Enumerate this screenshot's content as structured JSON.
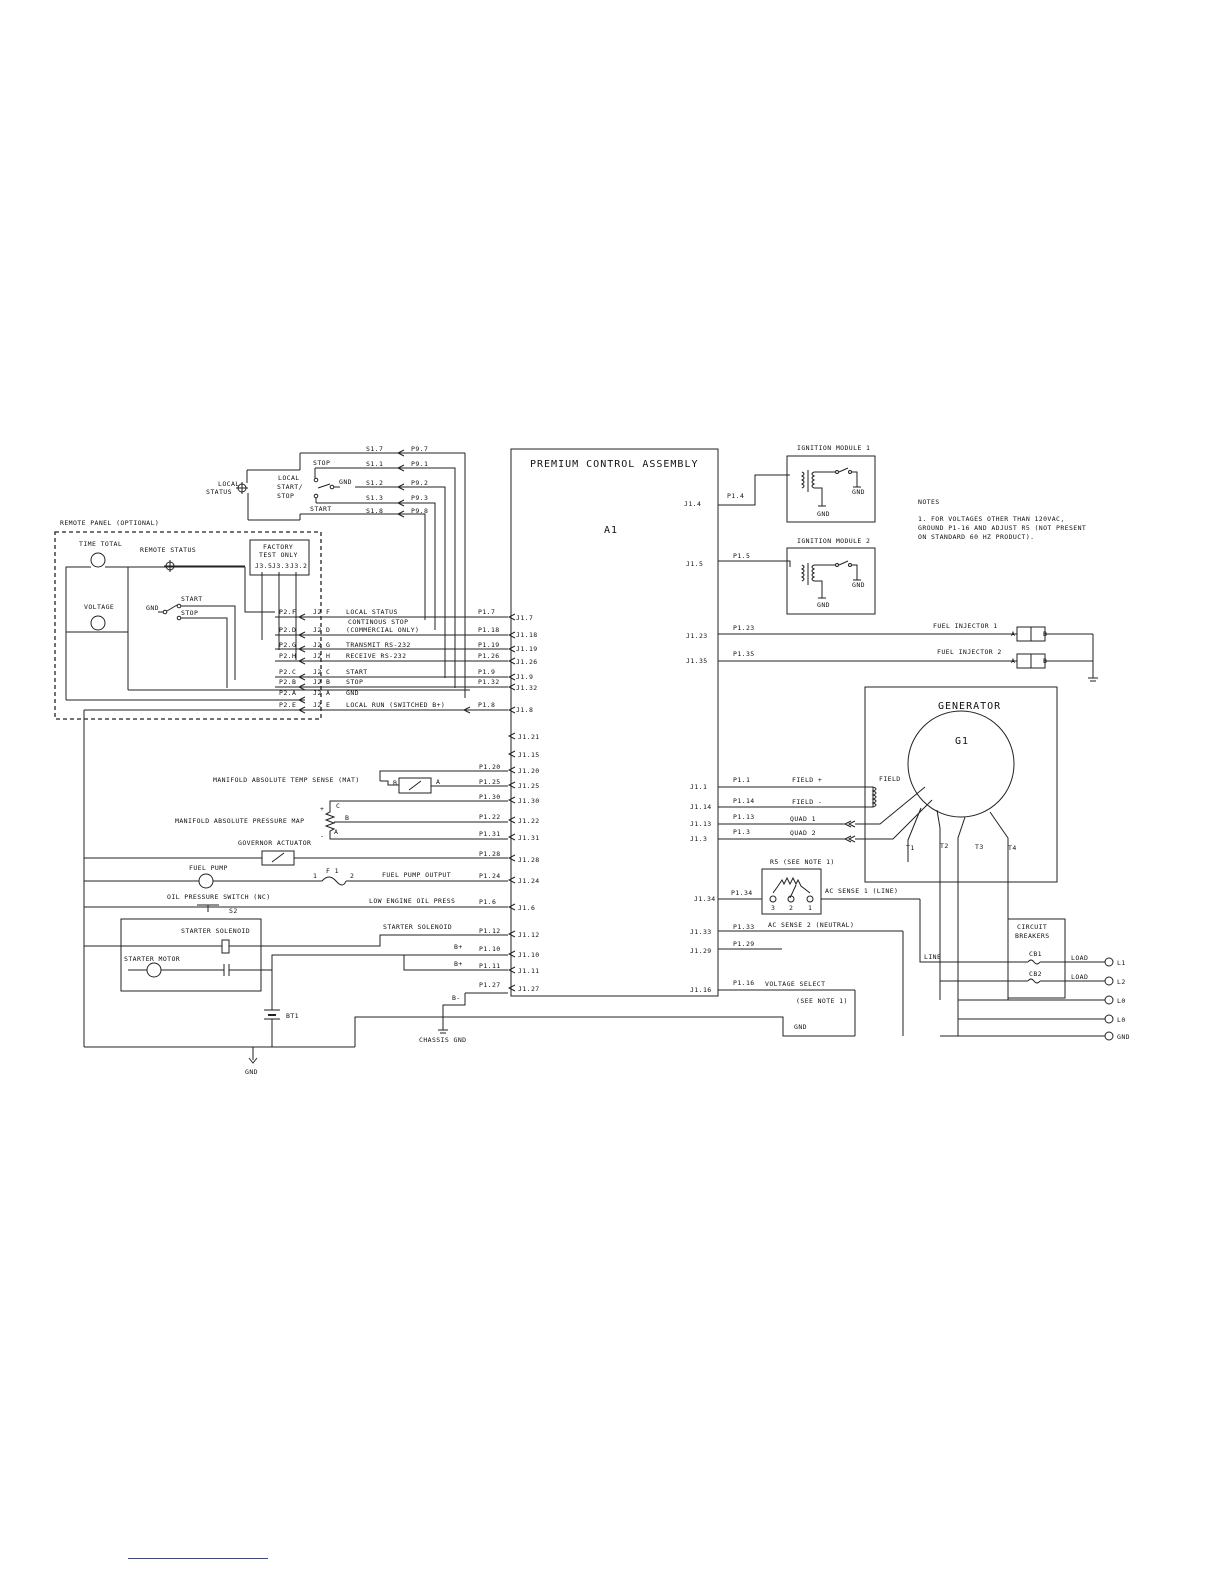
{
  "main_block": {
    "title": "PREMIUM CONTROL ASSEMBLY",
    "ref": "A1"
  },
  "notes": {
    "heading": "NOTES",
    "lines": [
      "1. FOR VOLTAGES OTHER THAN 120VAC,",
      "GROUND P1-16 AND ADJUST R5 (NOT PRESENT",
      "ON STANDARD 60 HZ PRODUCT)."
    ]
  },
  "local_controls": {
    "local_status": "LOCAL\nSTATUS",
    "switch_label": [
      "LOCAL",
      "START/",
      "STOP"
    ],
    "stop": "STOP",
    "start": "START",
    "gnd": "GND",
    "s_pins": [
      "S1.7",
      "S1.1",
      "S1.2",
      "S1.3",
      "S1.8"
    ],
    "p9_pins": [
      "P9.7",
      "P9.1",
      "P9.2",
      "P9.3",
      "P9.8"
    ]
  },
  "remote_panel": {
    "title": "REMOTE PANEL (OPTIONAL)",
    "time_total": "TIME TOTAL",
    "remote_status": "REMOTE STATUS",
    "voltage": "VOLTAGE",
    "gnd": "GND",
    "start": "START",
    "stop": "STOP",
    "factory_test": [
      "FACTORY",
      "TEST ONLY"
    ],
    "j3_pins": [
      "J3.5",
      "J3.3",
      "J3.2"
    ]
  },
  "j2_rows": [
    {
      "p2": "P2.F",
      "j2": "J2 F",
      "label": "LOCAL STATUS",
      "p1": "P1.7",
      "j1": "J1.7"
    },
    {
      "p2": "P2.D",
      "j2": "J2 D",
      "label": "CONTINOUS STOP",
      "label2": "(COMMERCIAL ONLY)",
      "p1": "P1.18",
      "j1": "J1.18"
    },
    {
      "p2": "P2.G",
      "j2": "J2 G",
      "label": "TRANSMIT RS-232",
      "p1": "P1.19",
      "j1": "J1.19"
    },
    {
      "p2": "P2.H",
      "j2": "J2 H",
      "label": "RECEIVE RS-232",
      "p1": "P1.26",
      "j1": "J1.26"
    },
    {
      "p2": "P2.C",
      "j2": "J2 C",
      "label": "START",
      "p1": "P1.9",
      "j1": "J1.9"
    },
    {
      "p2": "P2.B",
      "j2": "J2 B",
      "label": "STOP",
      "p1": "P1.32",
      "j1": "J1.32"
    },
    {
      "p2": "P2.A",
      "j2": "J2 A",
      "label": "GND",
      "p1": "",
      "j1": ""
    },
    {
      "p2": "P2.E",
      "j2": "J2 E",
      "label": "LOCAL RUN (SWITCHED B+)",
      "p1": "P1.8",
      "j1": "J1.8"
    }
  ],
  "left_j1": [
    "J1.21",
    "J1.15",
    "J1.20",
    "J1.25",
    "J1.30",
    "J1.22",
    "J1.31",
    "J1.28",
    "J1.24",
    "J1.6",
    "J1.12",
    "J1.10",
    "J1.11",
    "J1.27"
  ],
  "left_p1": [
    "P1.20",
    "P1.25",
    "P1.30",
    "P1.22",
    "P1.31",
    "P1.28",
    "P1.24",
    "P1.6",
    "P1.12",
    "P1.10",
    "P1.11",
    "P1.27"
  ],
  "sensors": {
    "mat": "MANIFOLD ABSOLUTE TEMP SENSE (MAT)",
    "map": "MANIFOLD ABSOLUTE PRESSURE  MAP",
    "governor": "GOVERNOR ACTUATOR",
    "fuel_pump": "FUEL PUMP",
    "fuse": "F 1",
    "fuel_pump_output": "FUEL PUMP OUTPUT",
    "oil_switch": "OIL PRESSURE SWITCH (NC)",
    "s2": "S2",
    "low_oil": "LOW ENGINE OIL PRESS",
    "starter_solenoid": "STARTER SOLENOID",
    "starter_motor": "STARTER MOTOR",
    "bplus": "B+",
    "bminus": "B-",
    "bt1": "BT1",
    "chassis_gnd": "CHASSIS GND",
    "gnd": "GND",
    "a": "A",
    "b": "B",
    "c": "C",
    "plus": "+",
    "minus": "-"
  },
  "ignition": {
    "module1": "IGNITION MODULE 1",
    "module2": "IGNITION MODULE 2",
    "gnd": "GND"
  },
  "right_j1": [
    "J1.4",
    "J1.5",
    "J1.23",
    "J1.35",
    "J1.1",
    "J1.14",
    "J1.13",
    "J1.3",
    "J1.34",
    "J1.33",
    "J1.29",
    "J1.16"
  ],
  "right_p1": [
    "P1.4",
    "P1.5",
    "P1.23",
    "P1.35",
    "P1.1",
    "P1.14",
    "P1.13",
    "P1.3",
    "P1.34",
    "P1.33",
    "P1.29",
    "P1.16"
  ],
  "injectors": {
    "inj1": "FUEL INJECTOR 1",
    "inj2": "FUEL INJECTOR 2",
    "a": "A",
    "b": "B"
  },
  "generator": {
    "title": "GENERATOR",
    "ref": "G1",
    "field": "FIELD",
    "field_plus": "FIELD +",
    "field_minus": "FIELD -",
    "quad1": "QUAD 1",
    "quad2": "QUAD 2",
    "t": [
      "T1",
      "T2",
      "T3",
      "T4"
    ]
  },
  "r5": {
    "label": "R5 (SEE NOTE 1)",
    "pins": [
      "3",
      "2",
      "1"
    ]
  },
  "ac": {
    "sense1": "AC SENSE 1 (LINE)",
    "sense2": "AC SENSE 2 (NEUTRAL)",
    "voltage_select": "VOLTAGE SELECT",
    "see_note": "(SEE NOTE 1)",
    "gnd": "GND",
    "line": "LINE"
  },
  "breakers": {
    "title": [
      "CIRCUIT",
      "BREAKERS"
    ],
    "cb1": "CB1",
    "cb2": "CB2",
    "load": "LOAD"
  },
  "outputs": [
    "L1",
    "L2",
    "L0",
    "L0",
    "GND"
  ]
}
